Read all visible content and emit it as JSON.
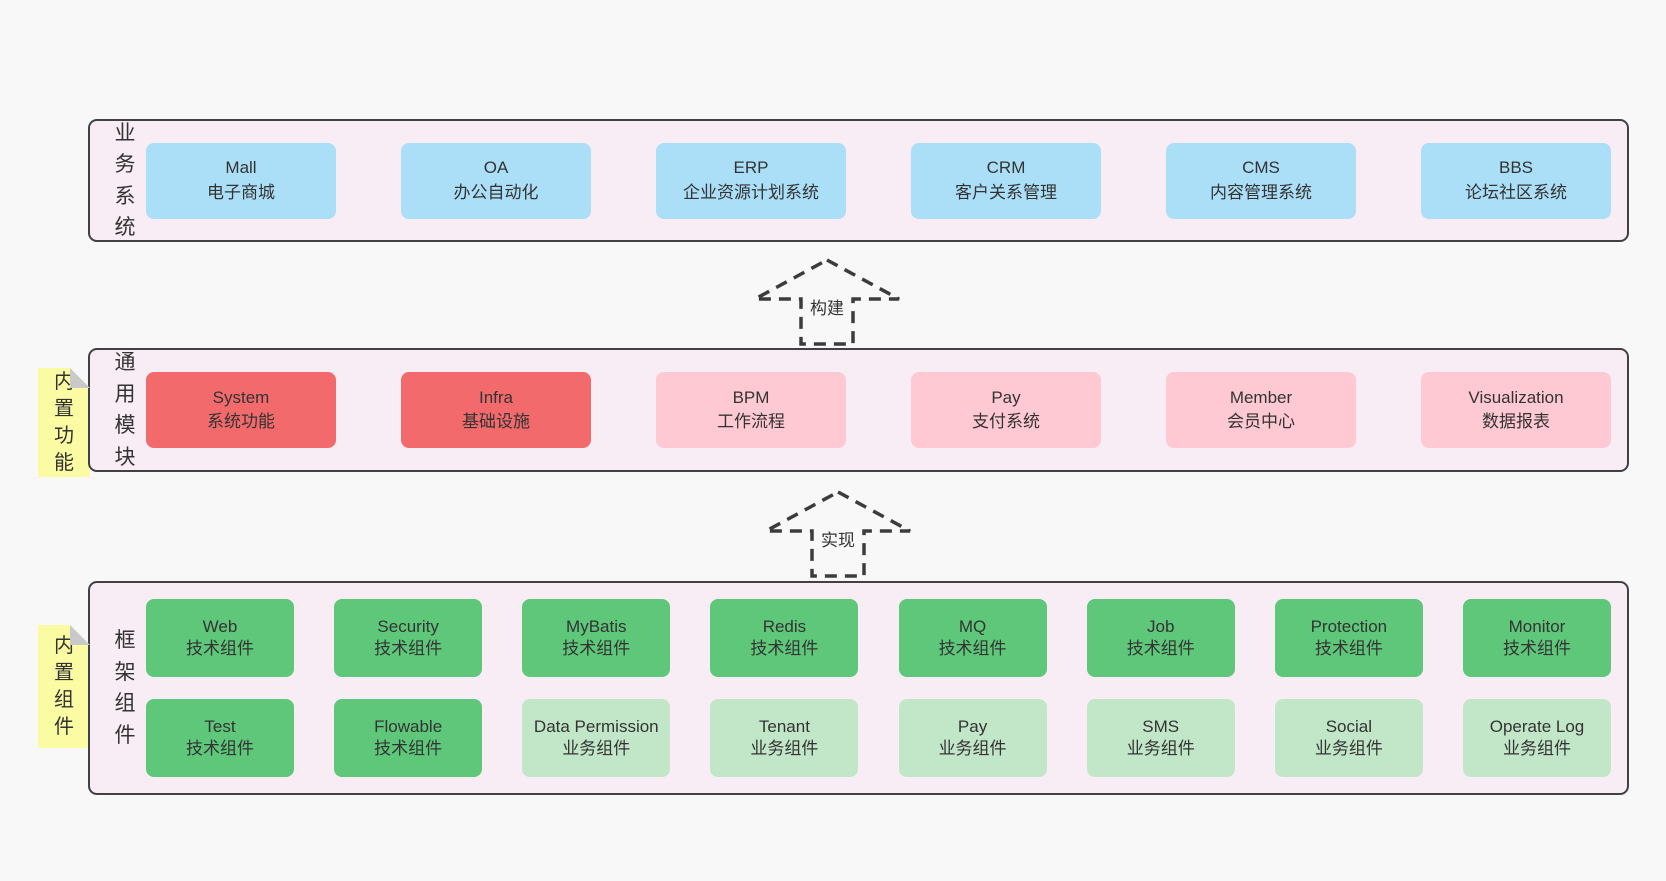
{
  "arrows": [
    {
      "label": "构建"
    },
    {
      "label": "实现"
    }
  ],
  "layers": [
    {
      "label": "业务系统",
      "rows": [
        [
          {
            "title": "Mall",
            "subtitle": "电子商城"
          },
          {
            "title": "OA",
            "subtitle": "办公自动化"
          },
          {
            "title": "ERP",
            "subtitle": "企业资源计划系统"
          },
          {
            "title": "CRM",
            "subtitle": "客户关系管理"
          },
          {
            "title": "CMS",
            "subtitle": "内容管理系统"
          },
          {
            "title": "BBS",
            "subtitle": "论坛社区系统"
          }
        ]
      ]
    },
    {
      "label": "通用模块",
      "note": "内置功能",
      "rows": [
        [
          {
            "title": "System",
            "subtitle": "系统功能"
          },
          {
            "title": "Infra",
            "subtitle": "基础设施"
          },
          {
            "title": "BPM",
            "subtitle": "工作流程"
          },
          {
            "title": "Pay",
            "subtitle": "支付系统"
          },
          {
            "title": "Member",
            "subtitle": "会员中心"
          },
          {
            "title": "Visualization",
            "subtitle": "数据报表"
          }
        ]
      ]
    },
    {
      "label": "框架组件",
      "note": "内置组件",
      "rows": [
        [
          {
            "title": "Web",
            "subtitle": "技术组件"
          },
          {
            "title": "Security",
            "subtitle": "技术组件"
          },
          {
            "title": "MyBatis",
            "subtitle": "技术组件"
          },
          {
            "title": "Redis",
            "subtitle": "技术组件"
          },
          {
            "title": "MQ",
            "subtitle": "技术组件"
          },
          {
            "title": "Job",
            "subtitle": "技术组件"
          },
          {
            "title": "Protection",
            "subtitle": "技术组件"
          },
          {
            "title": "Monitor",
            "subtitle": "技术组件"
          }
        ],
        [
          {
            "title": "Test",
            "subtitle": "技术组件"
          },
          {
            "title": "Flowable",
            "subtitle": "技术组件"
          },
          {
            "title": "Data Permission",
            "subtitle": "业务组件"
          },
          {
            "title": "Tenant",
            "subtitle": "业务组件"
          },
          {
            "title": "Pay",
            "subtitle": "业务组件"
          },
          {
            "title": "SMS",
            "subtitle": "业务组件"
          },
          {
            "title": "Social",
            "subtitle": "业务组件"
          },
          {
            "title": "Operate Log",
            "subtitle": "业务组件"
          }
        ]
      ]
    }
  ],
  "colors": {
    "page_bg": "#f8f8f8",
    "layer_bg": "#f8edf5",
    "layer_border": "#414141",
    "business_box_blue": "#abdef7",
    "core_module_red": "#f36a6d",
    "module_pink": "#fec9d2",
    "tech_component_green": "#5ec77a",
    "biz_component_light_green": "#c2e6c8",
    "note_yellow": "#fbfba3",
    "note_fold_gray": "#c9c9c9",
    "text": "#333333"
  }
}
